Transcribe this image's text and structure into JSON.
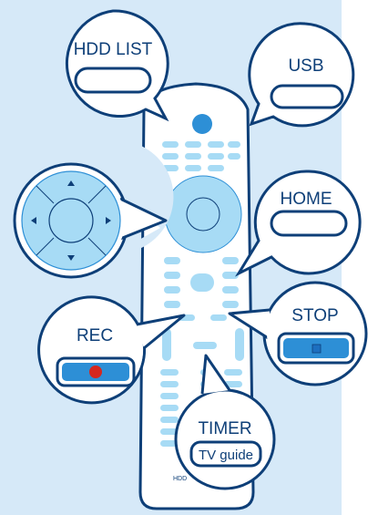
{
  "colors": {
    "background_panel": "#d6e9f8",
    "outline": "#0e3f78",
    "remote_body": "#ffffff",
    "button_fill": "#a7dbf5",
    "accent_button": "#2d8fd6",
    "record_dot": "#d6271e",
    "stop_square": "#1c6fc0",
    "label_text": "#0e3f78"
  },
  "callouts": {
    "hdd_list": {
      "label": "HDD LIST",
      "icon": "rounded-button-icon"
    },
    "usb": {
      "label": "USB",
      "icon": "rounded-button-icon"
    },
    "nav_pad": {
      "icon": "navigation-pad-icon"
    },
    "home": {
      "label": "HOME",
      "icon": "rounded-button-icon"
    },
    "rec": {
      "label": "REC",
      "icon": "record-button-icon"
    },
    "stop": {
      "label": "STOP",
      "icon": "stop-button-icon"
    },
    "timer": {
      "label": "TIMER",
      "sublabel": "TV guide"
    }
  },
  "remote": {
    "brand_label": "HDD"
  }
}
